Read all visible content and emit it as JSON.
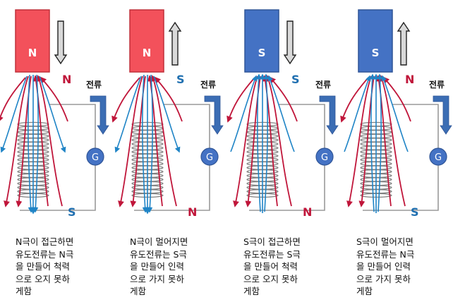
{
  "panels": [
    {
      "magnet_pole": "N",
      "magnet_color": "#f3515b",
      "magnet_direction": "down",
      "top_coil_pole": "N",
      "bottom_coil_pole": "S",
      "current_label": "전류",
      "current_direction": "down",
      "meter_label": "G",
      "caption": "N극이 접근하면\n유도전류는 N극\n을 만들어 척력\n으로 오지 못하\n게함"
    },
    {
      "magnet_pole": "N",
      "magnet_color": "#f3515b",
      "magnet_direction": "up",
      "top_coil_pole": "S",
      "bottom_coil_pole": "N",
      "current_label": "전류",
      "current_direction": "down",
      "meter_label": "G",
      "caption": "N극이 멀어지면\n유도전류는 S극\n을 만들어 인력\n으로 가지 못하\n게함"
    },
    {
      "magnet_pole": "S",
      "magnet_color": "#4472c4",
      "magnet_direction": "down",
      "top_coil_pole": "S",
      "bottom_coil_pole": "N",
      "current_label": "전류",
      "current_direction": "down",
      "meter_label": "G",
      "caption": "S극이 접근하면\n유도전류는 S극\n을 만들어 척력\n으로 오지 못하\n게함"
    },
    {
      "magnet_pole": "S",
      "magnet_color": "#4472c4",
      "magnet_direction": "up",
      "top_coil_pole": "N",
      "bottom_coil_pole": "S",
      "current_label": "전류",
      "current_direction": "down",
      "meter_label": "G",
      "caption": "S극이 멀어지면\n유도전류는 N극\n을 만들어 인력\n으로 가지 못하\n게함"
    }
  ],
  "colors": {
    "field_red": "#c0163a",
    "field_blue": "#1f84c6",
    "pole_label_red": "#c0163a",
    "pole_label_blue": "#1f6fb0",
    "coil": "#7f7f7f",
    "wire": "#9a9a9a",
    "current_arrow": "#3b6db4",
    "meter_fill": "#4472c4"
  }
}
